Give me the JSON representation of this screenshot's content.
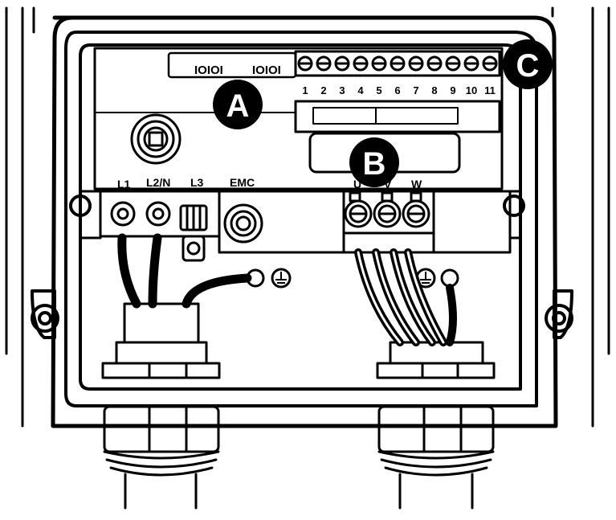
{
  "callouts": {
    "a": "A",
    "b": "B",
    "c": "C"
  },
  "board_marks": {
    "left": "IOIOI",
    "right": "IOIOI"
  },
  "terminal_numbers": [
    "1",
    "2",
    "3",
    "4",
    "5",
    "6",
    "7",
    "8",
    "9",
    "10",
    "11"
  ],
  "power_labels": {
    "l1": "L1",
    "l2n": "L2/N",
    "l3": "L3",
    "emc": "EMC"
  },
  "motor_labels": {
    "u": "U",
    "v": "V",
    "w": "W"
  },
  "colors": {
    "line": "#000000",
    "background": "#ffffff",
    "callout_fill": "#000000",
    "callout_text": "#ffffff"
  }
}
